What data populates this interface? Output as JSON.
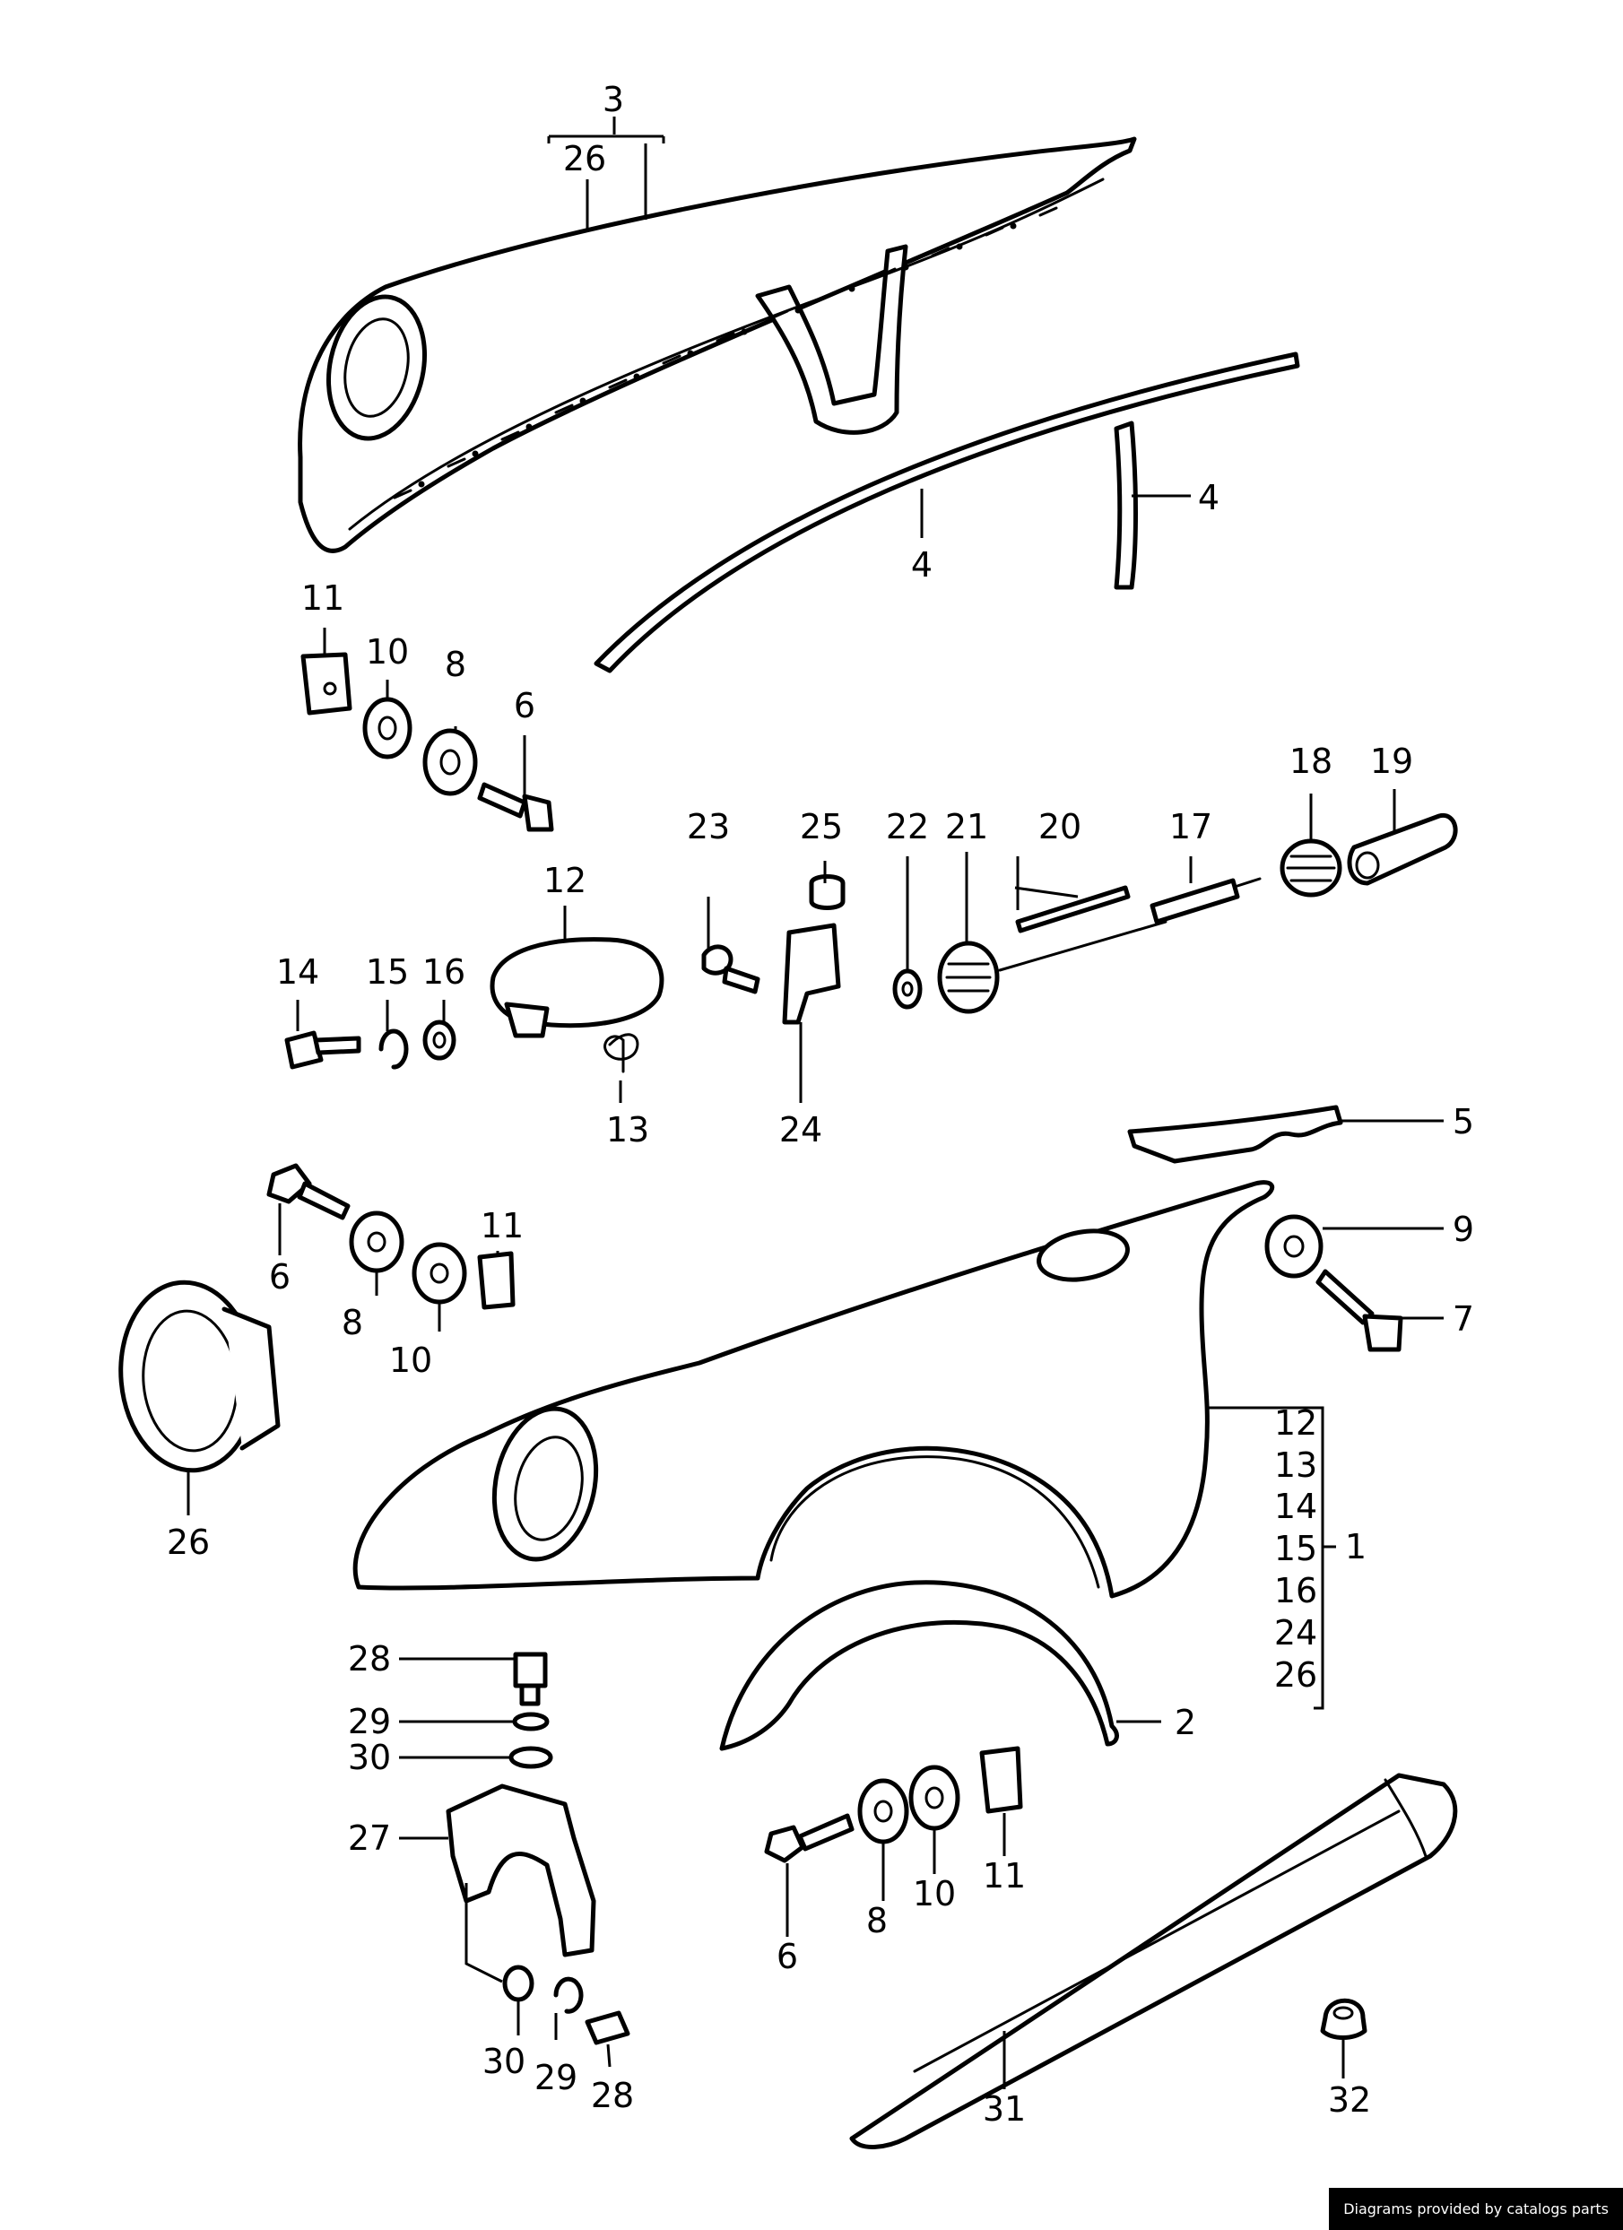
{
  "callouts": {
    "c1": "1",
    "c2": "2",
    "c3": "3",
    "c4a": "4",
    "c4b": "4",
    "c5": "5",
    "c6a": "6",
    "c6b": "6",
    "c6c": "6",
    "c7": "7",
    "c8a": "8",
    "c8b": "8",
    "c8c": "8",
    "c9": "9",
    "c10a": "10",
    "c10b": "10",
    "c10c": "10",
    "c11a": "11",
    "c11b": "11",
    "c11c": "11",
    "c12": "12",
    "c13": "13",
    "c14": "14",
    "c15": "15",
    "c16": "16",
    "c17": "17",
    "c18": "18",
    "c19": "19",
    "c20": "20",
    "c21": "21",
    "c22": "22",
    "c23": "23",
    "c24": "24",
    "c25": "25",
    "c26a": "26",
    "c26b": "26",
    "c27": "27",
    "c28a": "28",
    "c28b": "28",
    "c29a": "29",
    "c29b": "29",
    "c30a": "30",
    "c30b": "30",
    "c31": "31",
    "c32": "32"
  },
  "bracket_group_1": [
    "12",
    "13",
    "14",
    "15",
    "16",
    "24",
    "26"
  ],
  "credit": "Diagrams provided by catalogs parts"
}
